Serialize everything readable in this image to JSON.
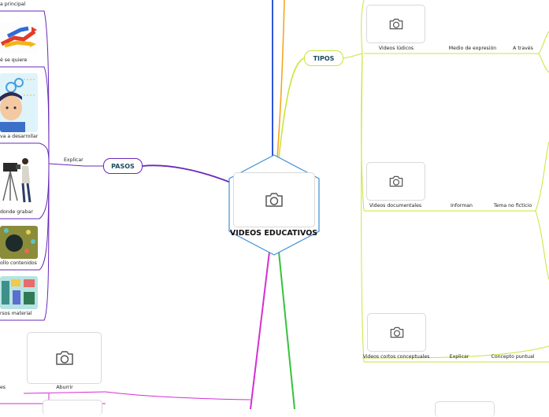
{
  "central": {
    "title": "VIDEOS EDUCATIVOS"
  },
  "colors": {
    "hexagon": "#3d8fd6",
    "pasos": "#6a28b8",
    "tipos": "#c9e53a",
    "blue": "#2f56d6",
    "orange": "#f5a623",
    "green": "#35c23b",
    "magenta": "#d42fd4"
  },
  "pasos": {
    "label": "PASOS",
    "connector": "Explicar",
    "items": [
      "a principal",
      "é se quiere",
      "va a desarrollar",
      "donde grabar",
      "ollo contenidos",
      "rsos material"
    ]
  },
  "tipos": {
    "label": "TIPOS",
    "rows": [
      {
        "name": "Videos lúdicos",
        "mid": "Medio de expresión",
        "end": "A través"
      },
      {
        "name": "Videos documentales",
        "mid": "Informan",
        "end": "Tema no ficticio"
      },
      {
        "name": "Videos cortos conceptuales",
        "mid": "Explicar",
        "end": "Concepto puntual"
      }
    ]
  },
  "bottom_left": {
    "left_text": "es",
    "image_label": "Aburrir"
  },
  "icons": {
    "image_placeholder": "camera-icon"
  }
}
